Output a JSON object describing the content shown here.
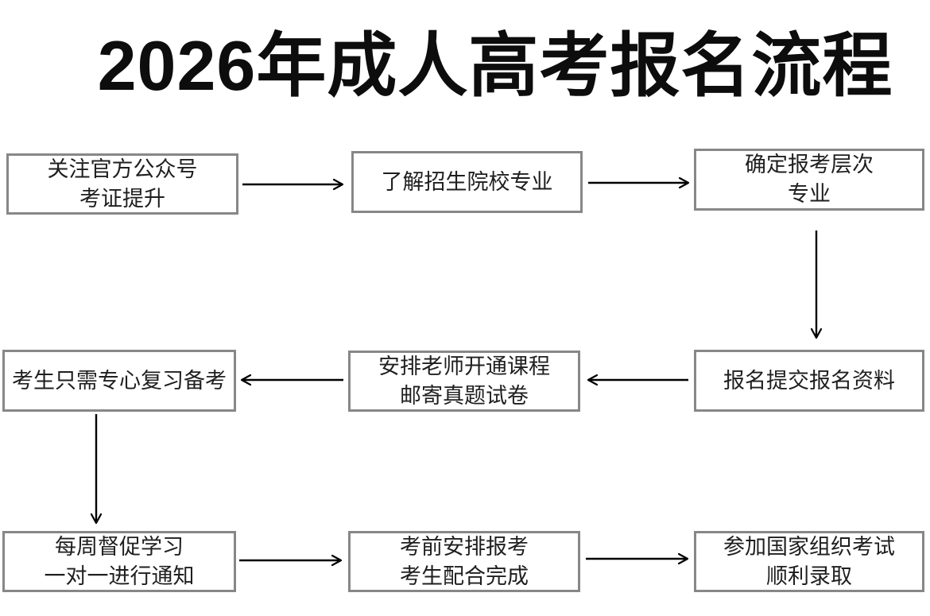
{
  "title": "2026年成人高考报名流程",
  "colors": {
    "title_text": "#0d0d0d",
    "box_border": "#878787",
    "box_text": "#1f1f1f",
    "arrow": "#000000",
    "background": "#ffffff"
  },
  "flowchart": {
    "nodes": [
      {
        "id": "follow-official-account",
        "lines": [
          "关注官方公众号",
          "考证提升"
        ]
      },
      {
        "id": "learn-schools-majors",
        "lines": [
          "了解招生院校专业"
        ]
      },
      {
        "id": "determine-level-major",
        "lines": [
          "确定报考层次",
          "专业"
        ]
      },
      {
        "id": "submit-registration-materials",
        "lines": [
          "报名提交报名资料"
        ]
      },
      {
        "id": "teacher-opens-course",
        "lines": [
          "安排老师开通课程",
          "邮寄真题试卷"
        ]
      },
      {
        "id": "focus-on-review",
        "lines": [
          "考生只需专心复习备考"
        ]
      },
      {
        "id": "weekly-supervision",
        "lines": [
          "每周督促学习",
          "一对一进行通知"
        ]
      },
      {
        "id": "pre-exam-arrangement",
        "lines": [
          "考前安排报考",
          "考生配合完成"
        ]
      },
      {
        "id": "take-national-exam",
        "lines": [
          "参加国家组织考试",
          "顺利录取"
        ]
      }
    ],
    "edges": [
      {
        "from": "follow-official-account",
        "to": "learn-schools-majors",
        "direction": "right"
      },
      {
        "from": "learn-schools-majors",
        "to": "determine-level-major",
        "direction": "right"
      },
      {
        "from": "determine-level-major",
        "to": "submit-registration-materials",
        "direction": "down"
      },
      {
        "from": "submit-registration-materials",
        "to": "teacher-opens-course",
        "direction": "left"
      },
      {
        "from": "teacher-opens-course",
        "to": "focus-on-review",
        "direction": "left"
      },
      {
        "from": "focus-on-review",
        "to": "weekly-supervision",
        "direction": "down"
      },
      {
        "from": "weekly-supervision",
        "to": "pre-exam-arrangement",
        "direction": "right"
      },
      {
        "from": "pre-exam-arrangement",
        "to": "take-national-exam",
        "direction": "right"
      }
    ]
  }
}
